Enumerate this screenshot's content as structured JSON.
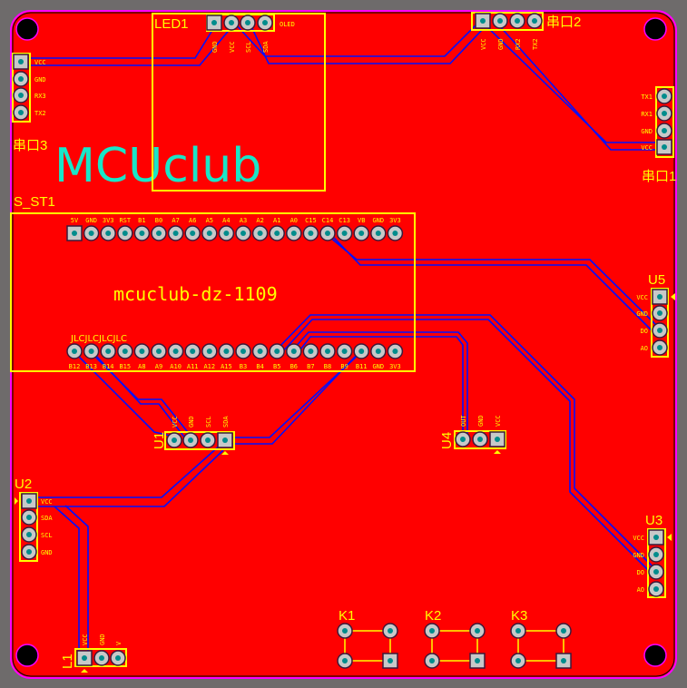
{
  "logo": "MCUclub",
  "board_title": "mcuclub-dz-1109",
  "jlc_mark": "JLCJLCJLCJLC",
  "colors": {
    "board": "#ff0000",
    "silk": "#ffff00",
    "trace": "#0010ff",
    "outline": "#ff00ff",
    "logo": "#19e6c8",
    "background": "#6e6b6b"
  },
  "components": {
    "led1": {
      "designator": "LED1",
      "name": "OLED",
      "pins": [
        "GND",
        "VCC",
        "SCL",
        "SDA"
      ]
    },
    "uart3": {
      "designator": "串口3",
      "pins": [
        "VCC",
        "GND",
        "RX3",
        "TX2"
      ]
    },
    "uart2": {
      "designator": "串口2",
      "pins": [
        "VCC",
        "GND",
        "RX2",
        "TX2"
      ]
    },
    "uart1": {
      "designator": "串口1",
      "pins": [
        "TX1",
        "RX1",
        "GND",
        "VCC"
      ]
    },
    "s_st1": {
      "designator": "S_ST1",
      "top_pins": [
        "5V",
        "GND",
        "3V3",
        "RST",
        "B1",
        "B0",
        "A7",
        "A6",
        "A5",
        "A4",
        "A3",
        "A2",
        "A1",
        "A0",
        "C15",
        "C14",
        "C13",
        "VB",
        "GND",
        "3V3"
      ],
      "bottom_pins": [
        "B12",
        "B13",
        "B14",
        "B15",
        "A8",
        "A9",
        "A10",
        "A11",
        "A12",
        "A15",
        "B3",
        "B4",
        "B5",
        "B6",
        "B7",
        "B8",
        "B9",
        "B11",
        "GND",
        "3V3"
      ]
    },
    "u5": {
      "designator": "U5",
      "pins": [
        "VCC",
        "GND",
        "DO",
        "AO"
      ]
    },
    "u3": {
      "designator": "U3",
      "pins": [
        "VCC",
        "GND",
        "DO",
        "AO"
      ]
    },
    "u4": {
      "designator": "U4",
      "pins": [
        "OUT",
        "GND",
        "VCC"
      ]
    },
    "u1": {
      "designator": "U1",
      "pins": [
        "VCC",
        "GND",
        "SCL",
        "SDA"
      ]
    },
    "u2": {
      "designator": "U2",
      "pins": [
        "VCC",
        "SDA",
        "SCL",
        "GND"
      ]
    },
    "l1": {
      "designator": "L1",
      "pins": [
        "VCC",
        "GND",
        "V"
      ]
    },
    "k1": {
      "designator": "K1"
    },
    "k2": {
      "designator": "K2"
    },
    "k3": {
      "designator": "K3"
    }
  }
}
